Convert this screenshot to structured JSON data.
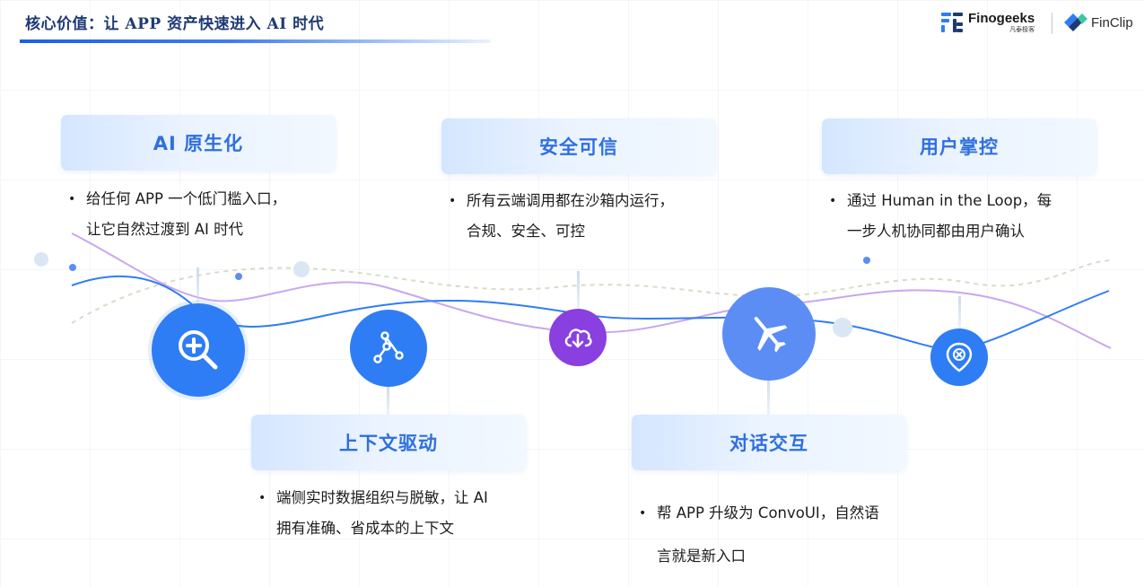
{
  "header": {
    "title": "核心价值：让 APP 资产快速进入 AI 时代",
    "logos": {
      "finogeeks_name": "Finogeeks",
      "finogeeks_sub": "凡泰极客",
      "finclip_name": "FinClip"
    }
  },
  "features": [
    {
      "title": "AI 原生化",
      "icon": "zoom-in-icon",
      "lines": [
        "给任何 APP 一个低门槛入口，",
        "让它自然过渡到 AI 时代"
      ]
    },
    {
      "title": "上下文驱动",
      "icon": "graph-nodes-icon",
      "lines": [
        "端侧实时数据组织与脱敏，让 AI",
        "拥有准确、省成本的上下文"
      ]
    },
    {
      "title": "安全可信",
      "icon": "cloud-download-icon",
      "lines": [
        "所有云端调用都在沙箱内运行，",
        "合规、安全、可控"
      ]
    },
    {
      "title": "对话交互",
      "icon": "airplane-icon",
      "lines": [
        "帮 APP 升级为 ConvoUI，自然语",
        "言就是新入口"
      ]
    },
    {
      "title": "用户掌控",
      "icon": "location-cancel-icon",
      "lines": [
        "通过 Human in the Loop，每",
        "一步人机协同都由用户确认"
      ]
    }
  ],
  "colors": {
    "accent_blue": "#2f6fe0",
    "node_blue": "#2e7df5",
    "node_purple": "#8a3fe0",
    "node_light_blue": "#5b8df5",
    "wave_purple": "#c9a6f0",
    "title_navy": "#1f3a73"
  }
}
